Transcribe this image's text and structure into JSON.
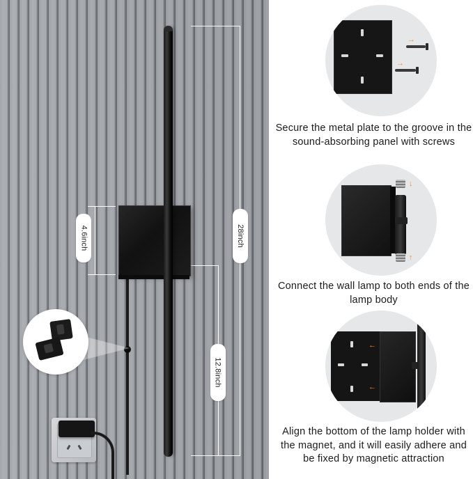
{
  "dimensions": {
    "total_height": "28inch",
    "holder_height": "4.6inch",
    "lower_length": "12.8inch"
  },
  "steps": [
    {
      "text": "Secure the metal plate to the groove in the sound-absorbing panel with screws",
      "icon": "metal-plate-screws-icon"
    },
    {
      "text": "Connect the wall lamp to both ends of the lamp body",
      "icon": "lamp-connection-icon"
    },
    {
      "text": "Align the bottom of the lamp holder with the magnet, and it will easily adhere and be fixed by magnetic attraction",
      "icon": "magnet-alignment-icon"
    }
  ],
  "colors": {
    "accent": "#ff8a1d",
    "lamp": "#111111",
    "wall": "#a5a9ae"
  }
}
